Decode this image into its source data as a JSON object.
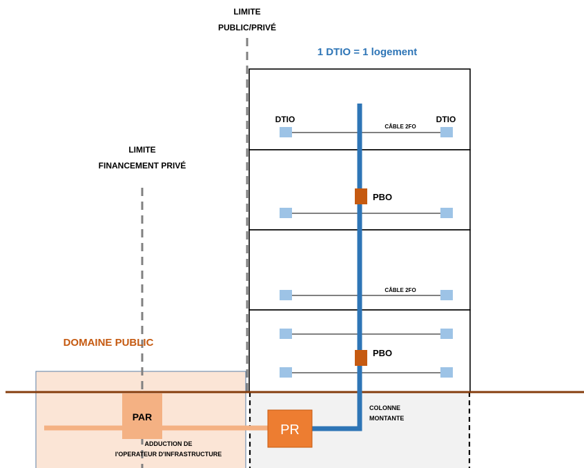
{
  "labels": {
    "limite_public_prive_line1": "LIMITE",
    "limite_public_prive_line2": "PUBLIC/PRIVÉ",
    "limite_financement_line1": "LIMITE",
    "limite_financement_line2": "FINANCEMENT PRIVÉ",
    "dtio_rule": "1 DTIO = 1 logement",
    "domaine_public": "DOMAINE PUBLIC",
    "dtio_left": "DTIO",
    "dtio_right": "DTIO",
    "cable_top": "CÂBLE 2FO",
    "cable_mid": "CÂBLE 2FO",
    "pbo_upper": "PBO",
    "pbo_lower": "PBO",
    "par": "PAR",
    "pr": "PR",
    "colonne_line1": "COLONNE",
    "colonne_line2": "MONTANTE",
    "adduction_line1": "ADDUCTION DE",
    "adduction_line2": "l'OPERATEUR D'INFRASTRUCTURE"
  },
  "colors": {
    "public_domain_orange": "#C55A11",
    "blue_title": "#2E75B6",
    "riser_blue": "#2E75B6",
    "outlet_blue": "#9DC3E6",
    "pbo_box": "#C55A11",
    "pr_box": "#ED7D31",
    "par_box": "#F4B183",
    "public_zone_fill": "#FBE5D6",
    "basement_fill": "#F2F2F2",
    "ground_line": "#843C0C",
    "boundary_gray": "#808080"
  }
}
